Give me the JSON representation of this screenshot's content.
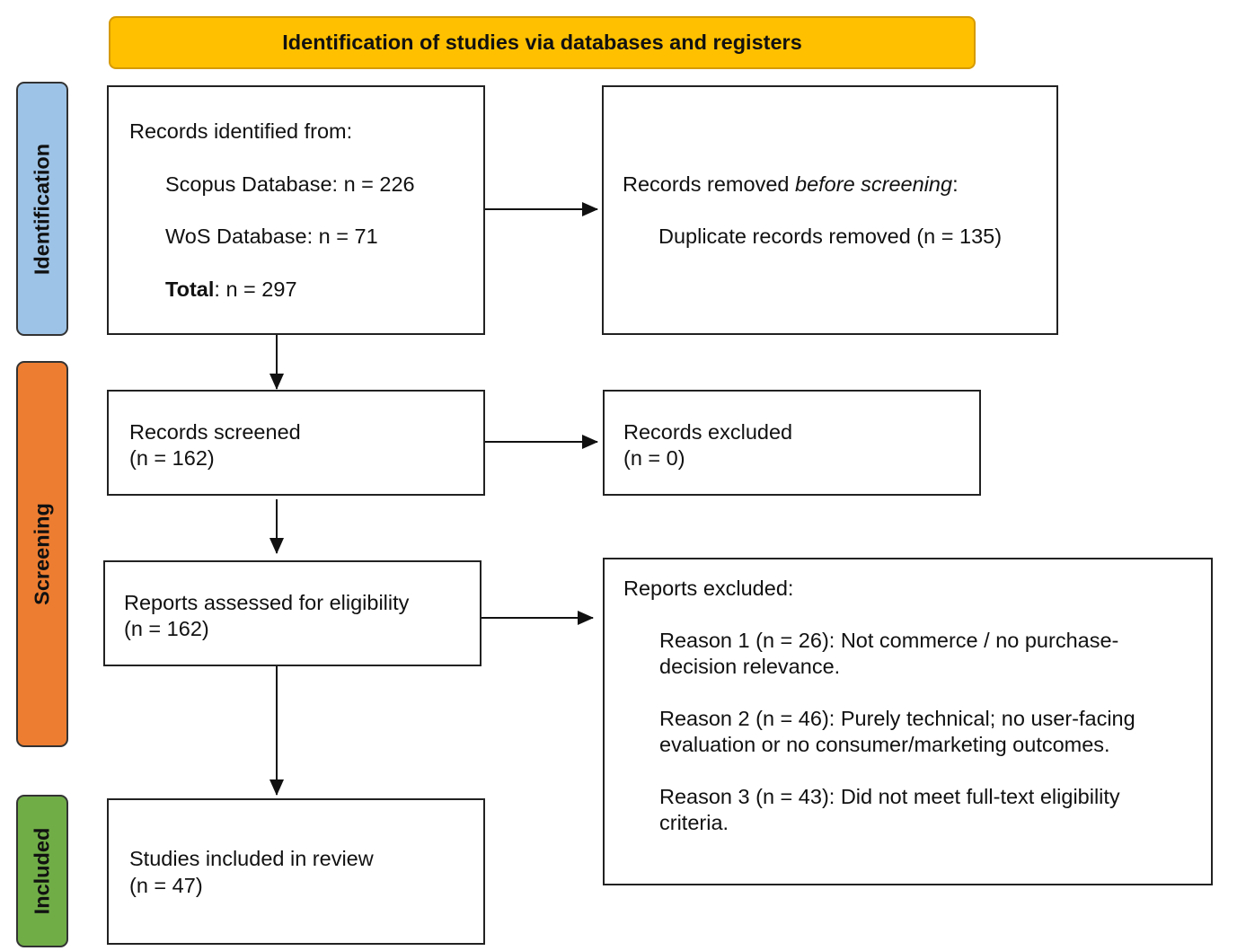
{
  "header": "Identification of studies via databases and registers",
  "stages": {
    "identification": "Identification",
    "screening": "Screening",
    "included": "Included"
  },
  "colors": {
    "header": "#ffc000",
    "identification": "#9dc3e6",
    "screening": "#ed7d31",
    "included": "#70ad47"
  },
  "identified": {
    "title": "Records identified from:",
    "scopus": "Scopus Database: n = 226",
    "wos": "WoS Database: n = 71",
    "total_label": "Total",
    "total_value": ": n = 297"
  },
  "removed": {
    "title_prefix": "Records removed ",
    "title_italic": "before screening",
    "title_suffix": ":",
    "duplicates": "Duplicate records removed (n = 135)"
  },
  "screened": {
    "title": "Records screened",
    "count": "(n = 162)"
  },
  "excluded": {
    "title": "Records excluded",
    "count": "(n = 0)"
  },
  "assessed": {
    "title": "Reports assessed for eligibility",
    "count": "(n = 162)"
  },
  "reports_excluded": {
    "title": "Reports excluded:",
    "reason1_line1": "Reason 1 (n = 26): Not commerce / no purchase-",
    "reason1_line2": "decision relevance.",
    "reason2_line1": "Reason 2 (n = 46): Purely technical; no user-facing",
    "reason2_line2": "evaluation or no consumer/marketing outcomes.",
    "reason3_line1": "Reason 3 (n = 43): Did not meet full-text eligibility",
    "reason3_line2": "criteria."
  },
  "included": {
    "title": "Studies included in review",
    "count": "(n = 47)"
  }
}
